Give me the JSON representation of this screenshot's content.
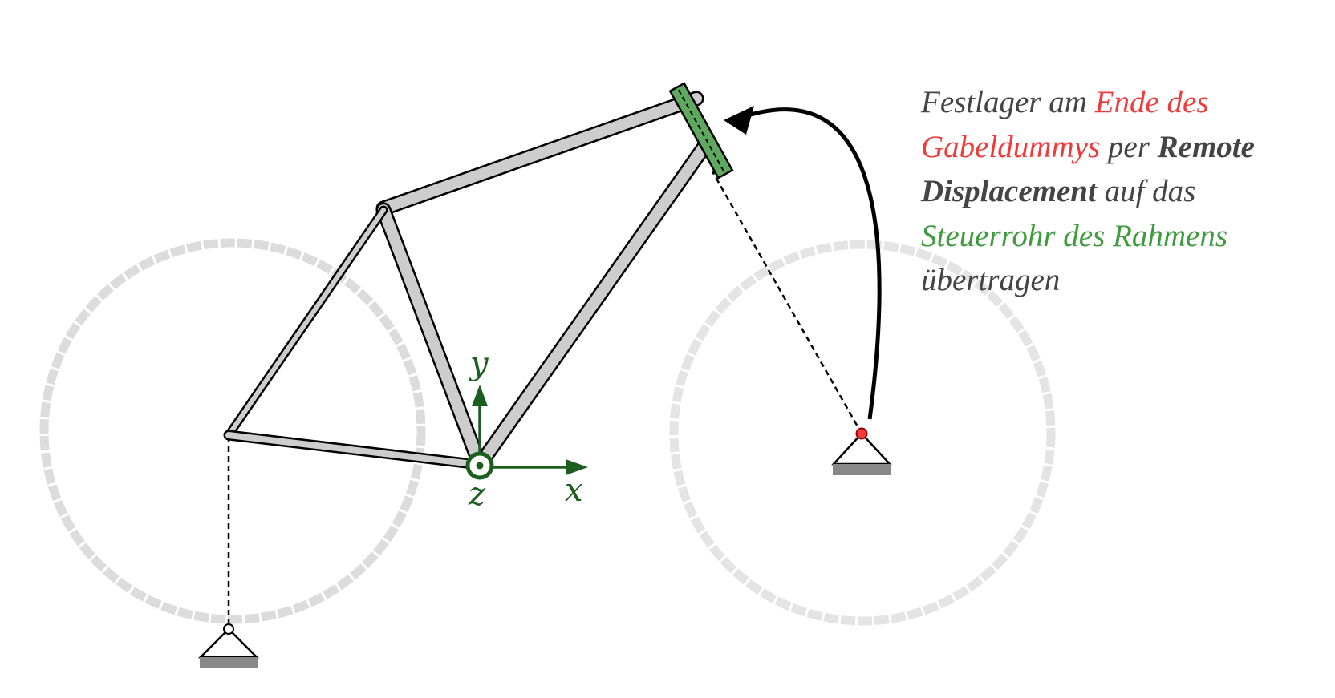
{
  "axes": {
    "x_label": "x",
    "y_label": "y",
    "z_label": "z"
  },
  "annotation": {
    "line1_plain": "Festlager am ",
    "line1_red": "Ende des",
    "line2_red": "Gabeldummys",
    "line2_plain": " per ",
    "line2_bold": "Remote",
    "line3_bold": "Displacement",
    "line3_plain": " auf das",
    "line4_green": "Steuerrohr des Rahmens",
    "line5_plain": "übertragen"
  },
  "colors": {
    "text_gray": "#444444",
    "highlight_red": "#ef3b3b",
    "highlight_green": "#3f9b3f",
    "axis_green": "#1b5e20",
    "frame_fill": "#cdcdcd",
    "wheel_gray": "#dddddd",
    "headtube_green": "#5fa85f"
  }
}
